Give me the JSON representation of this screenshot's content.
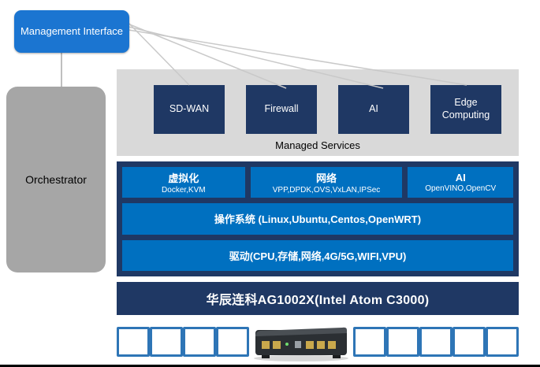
{
  "nodes": {
    "management_interface": "Management Interface",
    "orchestrator": "Orchestrator"
  },
  "managed_services": {
    "title": "Managed Services",
    "items": [
      "SD-WAN",
      "Firewall",
      "AI",
      "Edge Computing"
    ]
  },
  "stack": {
    "row1": [
      {
        "title": "虚拟化",
        "subtitle": "Docker,KVM"
      },
      {
        "title": "网络",
        "subtitle": "VPP,DPDK,OVS,VxLAN,IPSec"
      },
      {
        "title": "AI",
        "subtitle": "OpenVINO,OpenCV"
      }
    ],
    "os": "操作系统 (Linux,Ubuntu,Centos,OpenWRT)",
    "driver": "驱动(CPU,存储,网络,4G/5G,WIFI,VPU)"
  },
  "hardware": {
    "label": "华辰连科AG1002X(Intel Atom C3000)"
  },
  "colors": {
    "accent_blue": "#1b75d1",
    "navy": "#1f3864",
    "cell_blue": "#0070c0",
    "panel_gray": "#d9d9d9",
    "node_gray": "#a6a6a6",
    "port_border": "#2e75b6",
    "connector_gray": "#c9c9c9"
  }
}
